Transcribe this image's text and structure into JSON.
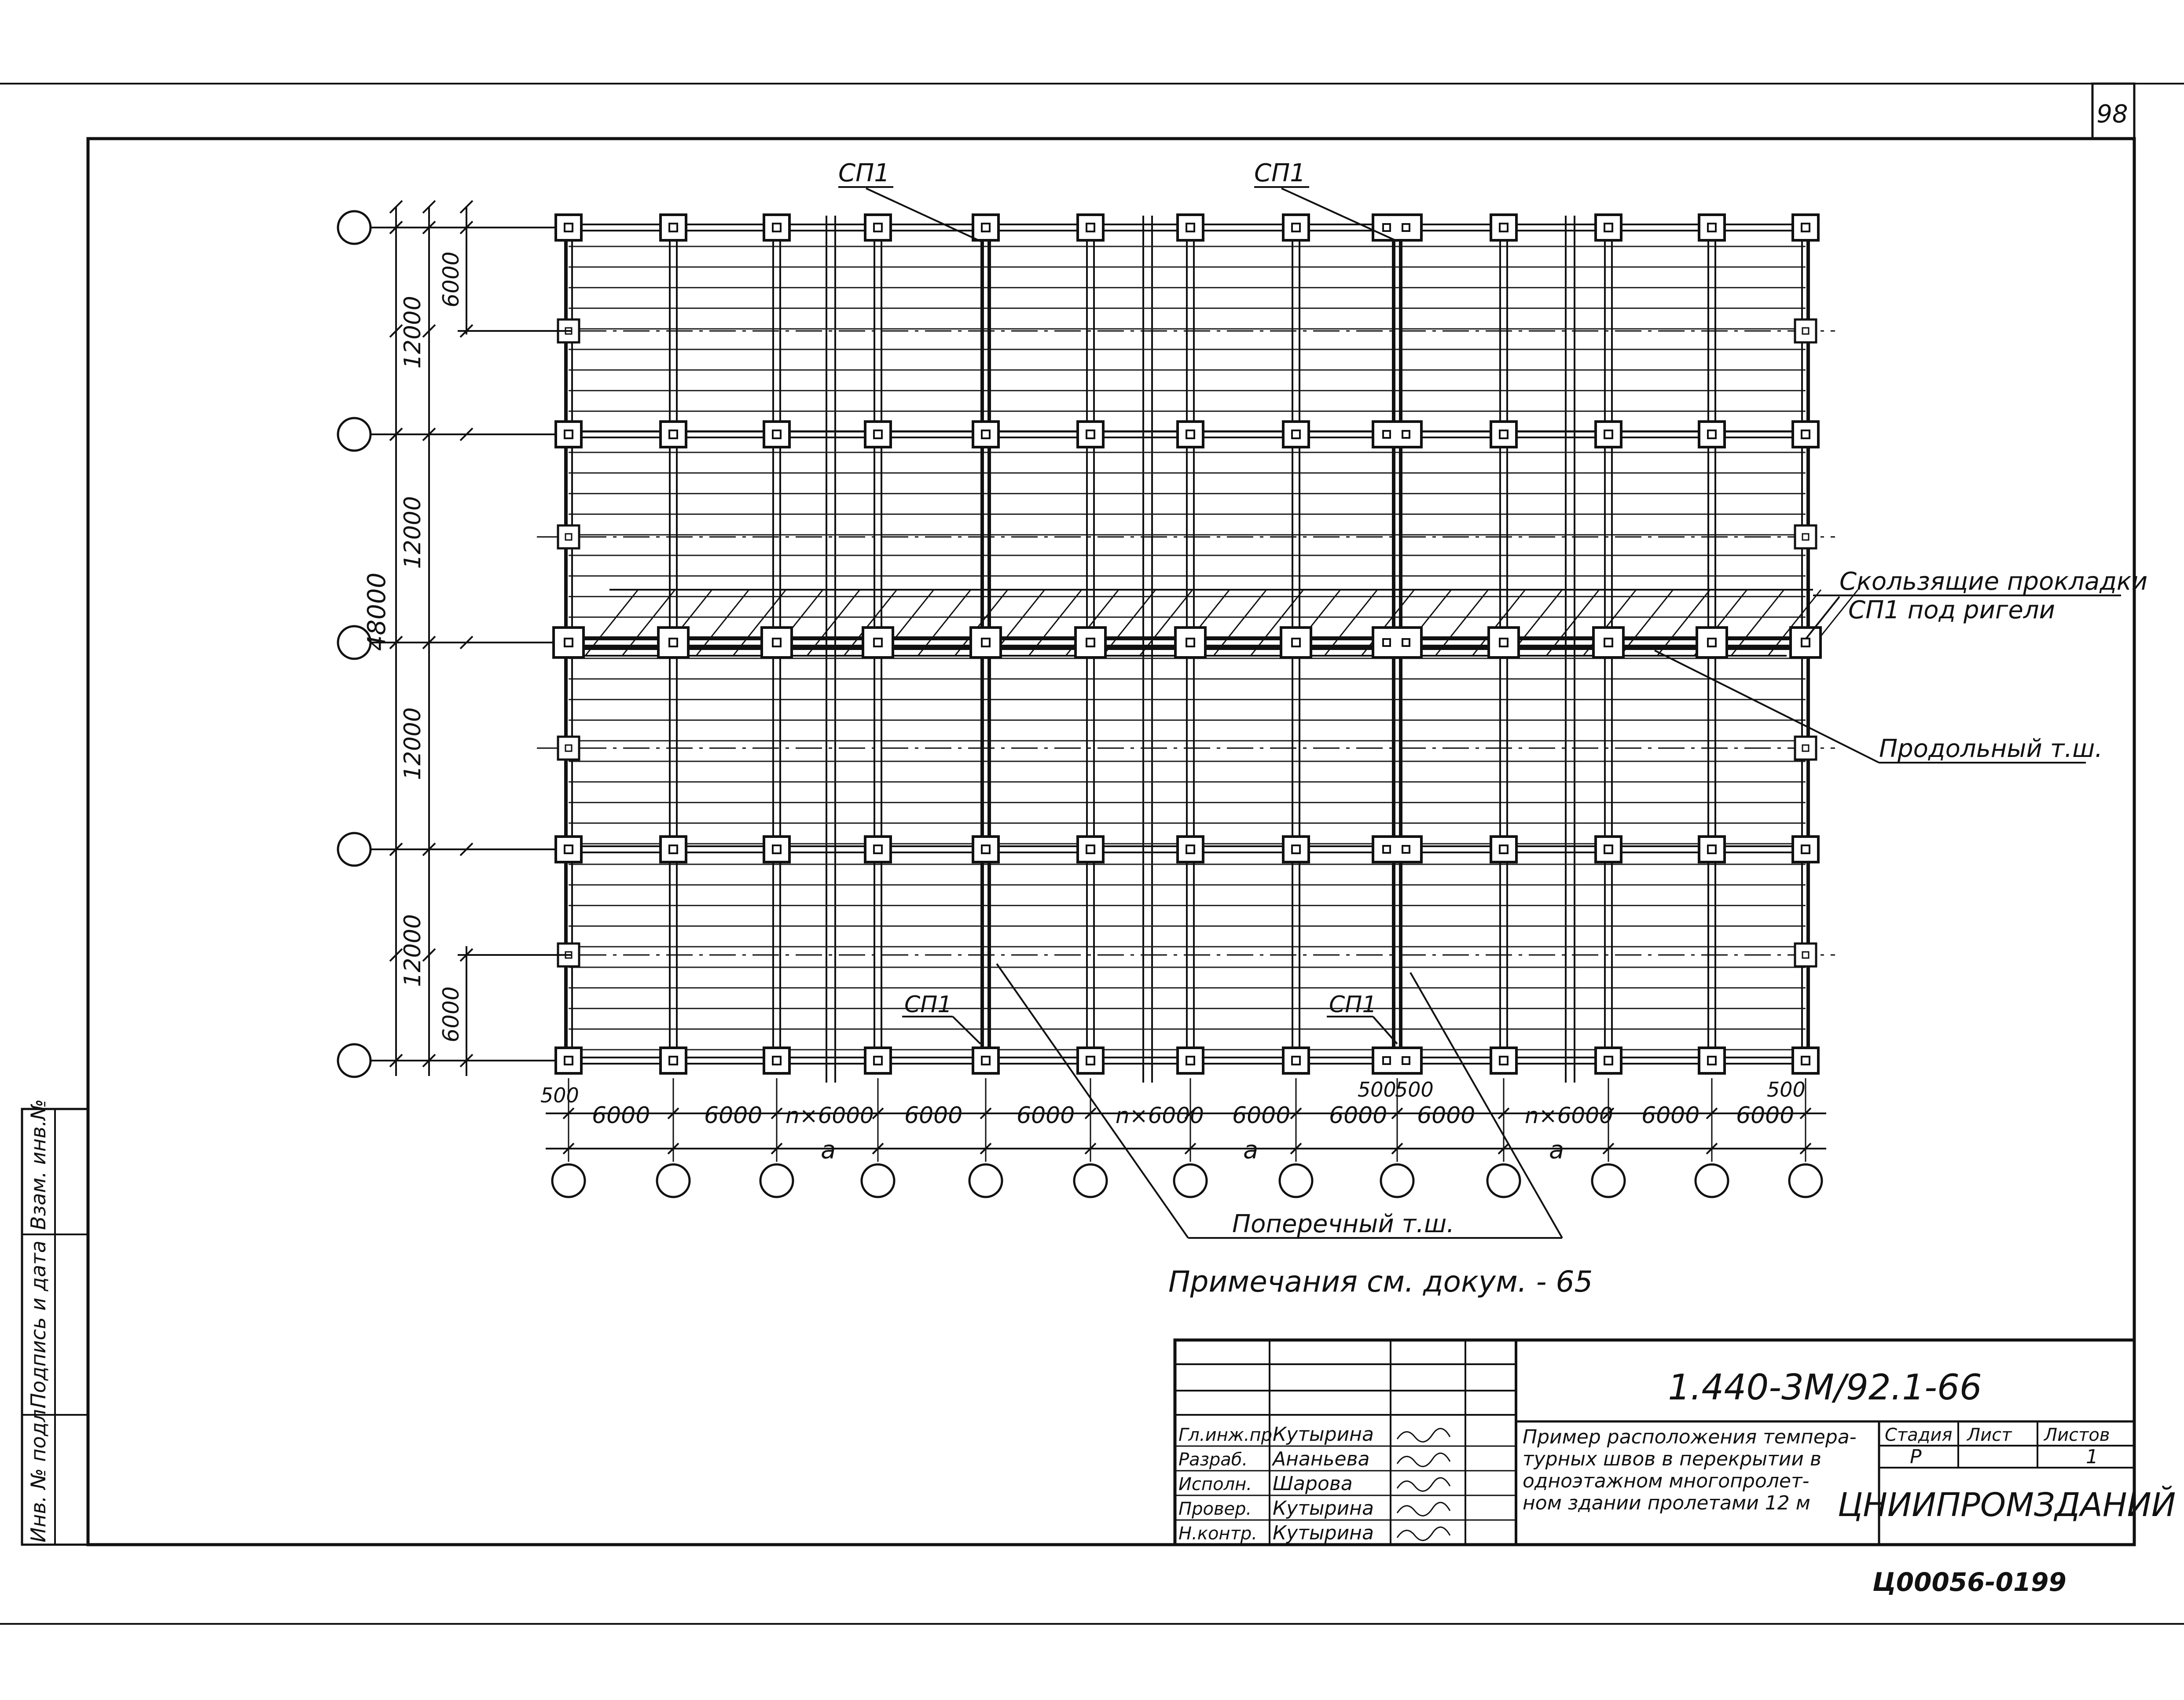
{
  "sheet": {
    "page_number": "98",
    "designation": "1.440-3М/92.1-66",
    "stamp_code": "Ц00056-01",
    "stamp_number": "99"
  },
  "labels": {
    "sp1": "СП1",
    "sliding_pads_line1": "Скользящие прокладки",
    "sliding_pads_line2": "СП1 под ригели",
    "longitudinal_joint": "Продольный т.ш.",
    "transverse_joint": "Поперечный т.ш.",
    "note": "Примечания см. докум. - 65"
  },
  "dimensions": {
    "left_overall": "48000",
    "left_bays": [
      "12000",
      "12000",
      "12000",
      "12000"
    ],
    "left_sub_top": "6000",
    "left_sub_bottom": "6000",
    "bottom_edge": "500",
    "bottom_joint_left": "500",
    "bottom_joint_right": "500",
    "bottom_edge_right": "500",
    "bottom_spans": [
      "6000",
      "6000",
      "n×6000",
      "6000",
      "6000",
      "n×6000",
      "6000",
      "6000",
      "6000",
      "n×6000",
      "6000",
      "6000"
    ],
    "bottom_module": "a"
  },
  "side_stamp": {
    "inv_podl": "Инв. № подл.",
    "podpis_data": "Подпись и дата",
    "vzam_inv": "Взам. инв.№"
  },
  "title_block": {
    "title_lines": [
      "Пример расположения темпера-",
      "турных швов в перекрытии в",
      "одноэтажном многопролет-",
      "ном здании пролетами 12 м"
    ],
    "stage_label": "Стадия",
    "sheet_label": "Лист",
    "sheets_label": "Листов",
    "stage_value": "Р",
    "sheet_value": "",
    "sheets_value": "1",
    "organization": "ЦНИИПРОМЗДАНИЙ",
    "rows": [
      {
        "role": "Гл.инж.пр.",
        "name": "Кутырина"
      },
      {
        "role": "Разраб.",
        "name": "Ананьева"
      },
      {
        "role": "Исполн.",
        "name": "Шарова"
      },
      {
        "role": "Провер.",
        "name": "Кутырина"
      },
      {
        "role": "Н.контр.",
        "name": "Кутырина"
      }
    ]
  }
}
